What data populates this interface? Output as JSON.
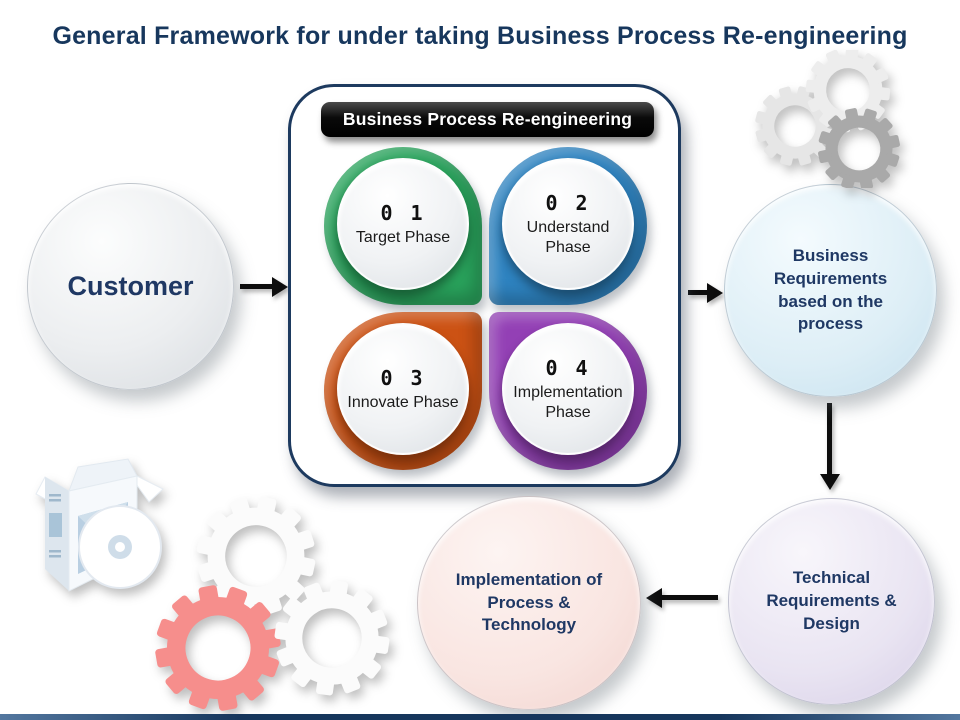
{
  "title": "General Framework for under taking Business Process Re-engineering",
  "customer": {
    "label": "Customer"
  },
  "bpr": {
    "badge_label": "Business Process Re-engineering",
    "phases": [
      {
        "number": "0 1",
        "name": "Target Phase",
        "color": "#29a35c"
      },
      {
        "number": "0 2",
        "name": "Understand Phase",
        "color": "#2e83c0"
      },
      {
        "number": "0 3",
        "name": "Innovate Phase",
        "color": "#cc5214"
      },
      {
        "number": "0 4",
        "name": "Implementation Phase",
        "color": "#9340b5"
      }
    ]
  },
  "nodes": {
    "business_requirements": {
      "label": "Business Requirements based on the process",
      "color": "#ddeef6"
    },
    "technical_requirements": {
      "label": "Technical Requirements & Design",
      "color": "#e9e4f2"
    },
    "implementation": {
      "label": "Implementation of Process & Technology",
      "color": "#f9e5e1"
    }
  },
  "decorations": {
    "top_right_icon": "gears-icon",
    "bottom_left_icons": [
      "software-box-icon",
      "gears-icon"
    ]
  },
  "accent_colors": {
    "title_text": "#17375d",
    "node_text": "#1f3864",
    "panel_border": "#1d3a5f",
    "badge_background": "#000000",
    "arrow": "#0d0d0d",
    "footer_bar": "#16365c",
    "pink_gear": "#f68e8c"
  }
}
